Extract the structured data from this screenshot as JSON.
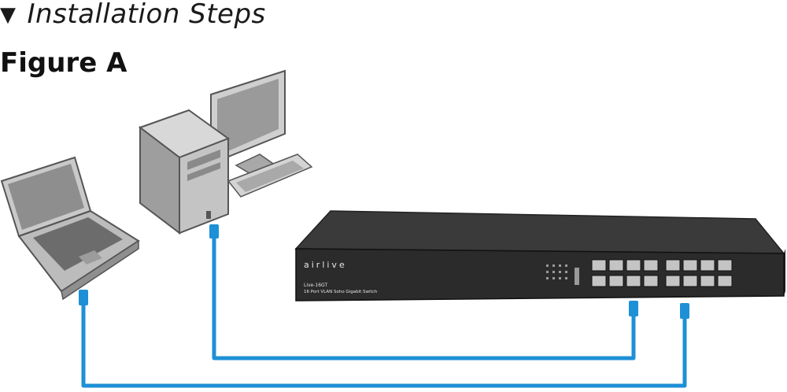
{
  "heading": {
    "marker": "▼",
    "text": "Installation Steps"
  },
  "figure_label": "Figure A",
  "switch": {
    "brand": "airlive",
    "model": "Live-16GT",
    "description": "16 Port VLAN Soho Gigabit Switch"
  },
  "colors": {
    "cable": "#1e90d6",
    "switch_body": "#2b2b2b",
    "device_gray": "#bdbdbd"
  },
  "icons": [
    "laptop-icon",
    "desktop-computer-icon",
    "network-switch-icon",
    "ethernet-cable-icon"
  ]
}
